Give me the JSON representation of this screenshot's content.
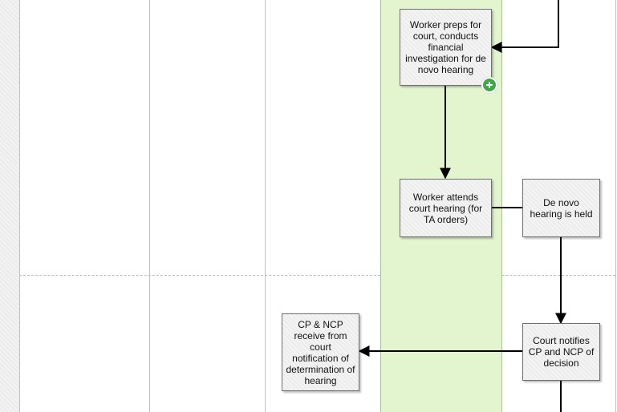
{
  "diagram": {
    "nodes": [
      {
        "id": "worker-preps",
        "label": "Worker preps for court, conducts financial investigation for de novo hearing"
      },
      {
        "id": "worker-attends",
        "label": "Worker attends court hearing (for TA orders)"
      },
      {
        "id": "de-novo-held",
        "label": "De novo hearing is held"
      },
      {
        "id": "court-notifies",
        "label": "Court notifies CP and NCP of decision"
      },
      {
        "id": "cp-ncp-receive",
        "label": "CP & NCP receive from court notification of determination of hearing"
      }
    ],
    "colors": {
      "highlight_lane": "#e2f5cf",
      "connector": "#000000",
      "add_button": "#3fa94a"
    },
    "icons": {
      "add_button": "plus-circle-icon"
    }
  }
}
